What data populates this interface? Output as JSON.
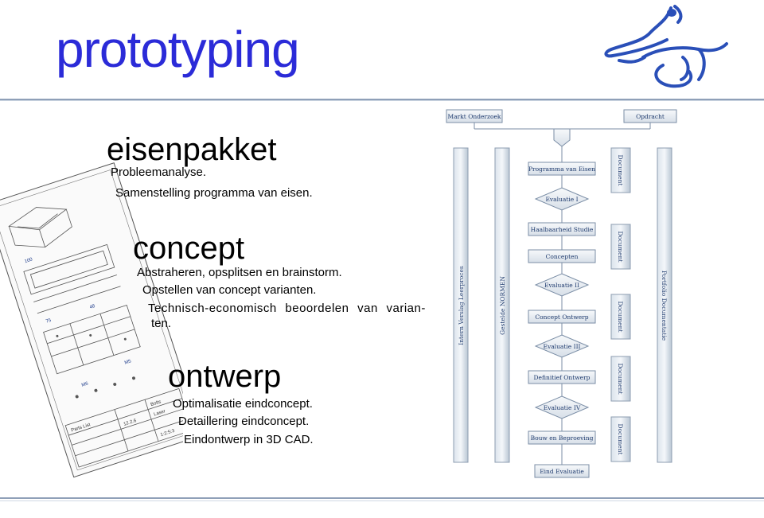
{
  "title": "prototyping",
  "sections": {
    "eisenpakket": {
      "heading": "eisenpakket",
      "lines": [
        "Probleemanalyse.",
        "Samenstelling programma van eisen."
      ]
    },
    "concept": {
      "heading": "concept",
      "lines": [
        "Abstraheren, opsplitsen en brainstorm.",
        "Opstellen van concept varianten.",
        "Technisch-economisch beoordelen van varian-",
        "ten."
      ]
    },
    "ontwerp": {
      "heading": "ontwerp",
      "lines": [
        "Optimalisatie eindconcept.",
        "Detaillering eindconcept.",
        "Eindontwerp in 3D CAD."
      ]
    }
  },
  "flowchart": {
    "top_left": "Markt Onderzoek",
    "top_right": "Opdracht",
    "left_bar_1": "Intern Verslag Leerproces",
    "left_bar_2": "Gestelde NORMEN",
    "right_bar": "Portfolio Documentatie",
    "document_label": "Document",
    "steps": [
      "Programma van Eisen",
      "Haalbaarheid Studie",
      "Concepten",
      "Concept Ontwerp",
      "Definitief Ontwerp",
      "Bouw en Beproeving",
      "Eind Evaluatie"
    ],
    "evaluations": [
      "Evaluatie   I",
      "Evaluatie II",
      "Evaluatie III",
      "Evaluatie IV"
    ]
  },
  "drawing": {
    "table_texts": [
      "Parts List",
      "Bolts",
      "12.2.6",
      "Laser",
      "1:2:5:3"
    ]
  },
  "colors": {
    "title": "#2b2bd8",
    "logo": "#2a4fb8",
    "bar": "#c7d2df",
    "box": "#e8edf3"
  }
}
